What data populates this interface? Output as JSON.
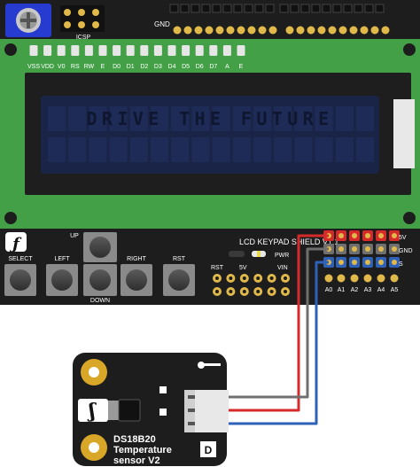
{
  "top_header": {
    "icsp_label": "ICSP",
    "gnd_label": "GND"
  },
  "lcd": {
    "pin_labels": [
      "VSS",
      "VDD",
      "V0",
      "RS",
      "RW",
      "E",
      "D0",
      "D1",
      "D2",
      "D3",
      "D4",
      "D5",
      "D6",
      "D7",
      "A",
      "E"
    ],
    "row1_text": "DRIVE THE FUTURE",
    "row2_text": ""
  },
  "keypad": {
    "shield_title": "LCD KEYPAD SHIELD V1.1",
    "buttons": {
      "up": "UP",
      "select": "SELECT",
      "left": "LEFT",
      "down": "DOWN",
      "right": "RIGHT",
      "rst": "RST"
    },
    "pwr_label": "PWR",
    "power_header": [
      "RST",
      "5V",
      "VIN"
    ],
    "io_rows": [
      "5V",
      "GND",
      "S"
    ],
    "analog_labels": [
      "A0",
      "A1",
      "A2",
      "A3",
      "A4",
      "A5"
    ]
  },
  "sensor": {
    "name_line1": "DS18B20",
    "name_line2": "Temperature",
    "name_line3": "sensor V2"
  },
  "colors": {
    "pcb": "#1d1d1d",
    "lcd_green": "#43a047",
    "lcd_blue": "#1a2447",
    "pot_blue": "#283bd1",
    "gold": "#d9a728",
    "wire_red": "#d62a2a",
    "wire_gray": "#6f6f6f",
    "wire_blue": "#2e62b8"
  }
}
